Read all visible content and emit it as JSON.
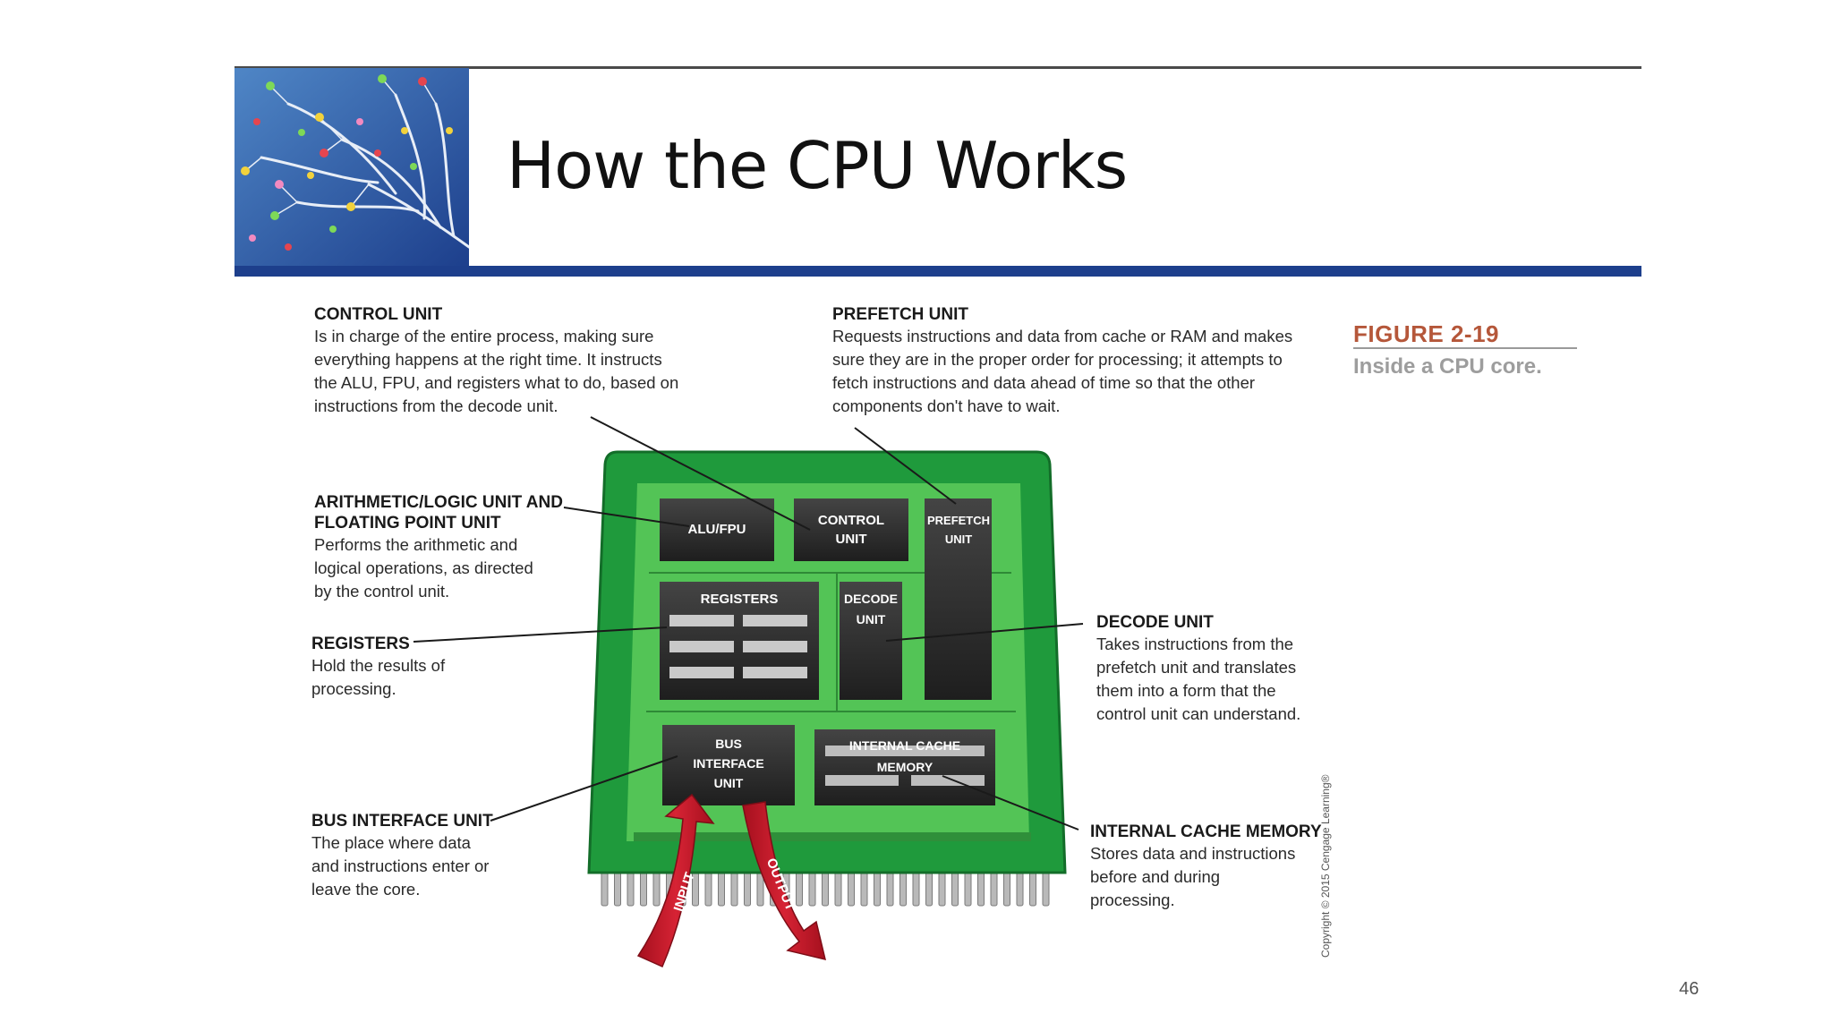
{
  "title": "How the CPU Works",
  "figure": {
    "label": "FIGURE 2-19",
    "caption": "Inside a CPU core."
  },
  "copyright": "Copyright © 2015 Cengage Learning®",
  "page_number": "46",
  "chip_labels": {
    "alu_fpu": "ALU/FPU",
    "control_unit": [
      "CONTROL",
      "UNIT"
    ],
    "prefetch_unit": [
      "PREFETCH",
      "UNIT"
    ],
    "registers": "REGISTERS",
    "decode_unit": [
      "DECODE",
      "UNIT"
    ],
    "bus_interface_unit": [
      "BUS",
      "INTERFACE",
      "UNIT"
    ],
    "internal_cache_memory": [
      "INTERNAL CACHE",
      "MEMORY"
    ],
    "input_arrow": "INPUT",
    "output_arrow": "OUTPUT"
  },
  "annotations": {
    "control_unit": {
      "heading": "CONTROL UNIT",
      "lines": [
        "Is in charge of the entire process, making sure",
        "everything happens at the right time. It instructs",
        "the ALU, FPU, and registers what to do, based on",
        "instructions from the decode unit."
      ]
    },
    "prefetch_unit": {
      "heading": "PREFETCH UNIT",
      "lines": [
        "Requests instructions and data from cache or RAM and makes",
        "sure they are in the proper order for processing; it attempts to",
        "fetch instructions and data ahead of time so that the other",
        "components don't have to wait."
      ]
    },
    "alu_fpu": {
      "heading_lines": [
        "ARITHMETIC/LOGIC UNIT AND",
        "FLOATING POINT UNIT"
      ],
      "lines": [
        "Performs the arithmetic and",
        "logical operations, as directed",
        "by the control unit."
      ]
    },
    "registers": {
      "heading": "REGISTERS",
      "lines": [
        "Hold the results of",
        "processing."
      ]
    },
    "bus_interface_unit": {
      "heading": "BUS INTERFACE UNIT",
      "lines": [
        "The place where data",
        "and instructions enter or",
        "leave the core."
      ]
    },
    "decode_unit": {
      "heading": "DECODE UNIT",
      "lines": [
        "Takes instructions from the",
        "prefetch unit and translates",
        "them into a form that the",
        "control unit can understand."
      ]
    },
    "internal_cache_memory": {
      "heading": "INTERNAL CACHE MEMORY",
      "lines": [
        "Stores data and instructions",
        "before and during",
        "processing."
      ]
    }
  },
  "colors": {
    "header_blue": "#1d3f8c",
    "chip_green": "#1f9a3c",
    "chip_green_light": "#53c456",
    "block_dark": "#2b2b2b",
    "arrow_red": "#c61d2c",
    "figure_label": "#b5573a",
    "figure_caption": "#9d9d9d"
  }
}
